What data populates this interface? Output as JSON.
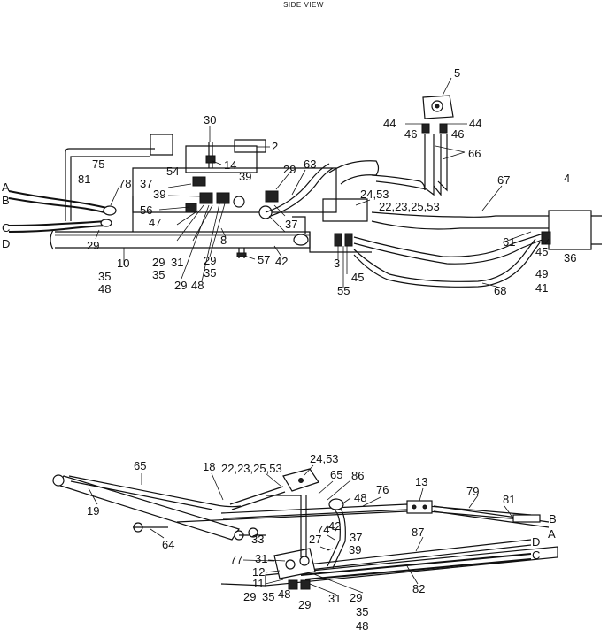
{
  "title": "SIDE VIEW",
  "top_view": {
    "callouts": [
      "5",
      "44",
      "44",
      "46",
      "46",
      "66",
      "30",
      "2",
      "75",
      "14",
      "54",
      "29",
      "63",
      "81",
      "78",
      "37",
      "39",
      "39",
      "24,53",
      "67",
      "4",
      "A",
      "B",
      "56",
      "22,23,25,53",
      "47",
      "37",
      "C",
      "8",
      "D",
      "61",
      "29",
      "10",
      "29",
      "31",
      "29",
      "57",
      "42",
      "3",
      "45",
      "36",
      "35",
      "35",
      "45",
      "48",
      "29",
      "48",
      "35",
      "49",
      "55",
      "68",
      "41"
    ]
  },
  "bottom_view": {
    "callouts": [
      "65",
      "24,53",
      "18",
      "22,23,25,53",
      "86",
      "65",
      "13",
      "76",
      "48",
      "79",
      "81",
      "19",
      "B",
      "64",
      "33",
      "42",
      "A",
      "74",
      "27",
      "37",
      "87",
      "D",
      "77",
      "31",
      "39",
      "12",
      "C",
      "11",
      "82",
      "29",
      "31",
      "29",
      "35",
      "48",
      "29",
      "35",
      "48"
    ]
  }
}
